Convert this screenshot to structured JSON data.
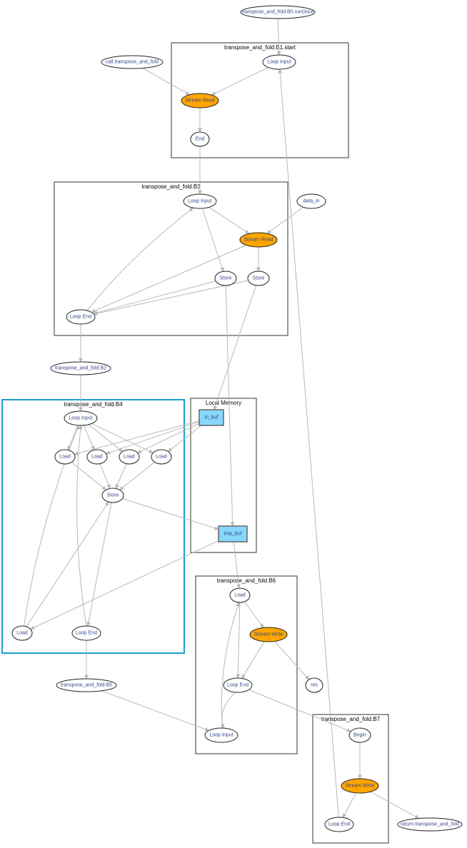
{
  "colors": {
    "stream_node": "#ffa500",
    "memory_node": "#87d7fa",
    "highlight_cluster": "#1a9fcc",
    "cluster": "#555555",
    "edge": "#b8b8b8"
  },
  "clusters": [
    {
      "id": "B1",
      "label": "transpose_and_fold.B1.start"
    },
    {
      "id": "B3",
      "label": "transpose_and_fold.B3"
    },
    {
      "id": "B4",
      "label": "transpose_and_fold.B4",
      "highlight": true
    },
    {
      "id": "LM",
      "label": "Local Memory"
    },
    {
      "id": "B6",
      "label": "transpose_and_fold.B6"
    },
    {
      "id": "B7",
      "label": "transpose_and_fold.B7"
    }
  ],
  "nodes": [
    {
      "id": "b0",
      "label": "transpose_and_fold.B0.runOnce"
    },
    {
      "id": "call",
      "label": "call.transpose_and_fold"
    },
    {
      "id": "b1li",
      "label": "Loop Input"
    },
    {
      "id": "b1sr",
      "label": "Stream Read",
      "kind": "stream"
    },
    {
      "id": "b1end",
      "label": "End"
    },
    {
      "id": "b3li",
      "label": "Loop Input"
    },
    {
      "id": "datain",
      "label": "data_in"
    },
    {
      "id": "b3sr",
      "label": "Stream Read",
      "kind": "stream"
    },
    {
      "id": "b3st1",
      "label": "Store"
    },
    {
      "id": "b3st2",
      "label": "Store"
    },
    {
      "id": "b3le",
      "label": "Loop End"
    },
    {
      "id": "b2",
      "label": "transpose_and_fold.B2"
    },
    {
      "id": "b4li",
      "label": "Loop Input"
    },
    {
      "id": "b4l1",
      "label": "Load"
    },
    {
      "id": "b4l2",
      "label": "Load"
    },
    {
      "id": "b4l3",
      "label": "Load"
    },
    {
      "id": "b4l4",
      "label": "Load"
    },
    {
      "id": "b4st",
      "label": "Store"
    },
    {
      "id": "b4l5",
      "label": "Load"
    },
    {
      "id": "b4le",
      "label": "Loop End"
    },
    {
      "id": "inbuf",
      "label": "in_buf",
      "kind": "memory"
    },
    {
      "id": "tmpbuf",
      "label": "tmp_buf",
      "kind": "memory"
    },
    {
      "id": "b5",
      "label": "transpose_and_fold.B5"
    },
    {
      "id": "b6ld",
      "label": "Load"
    },
    {
      "id": "b6sw",
      "label": "Stream Write",
      "kind": "stream"
    },
    {
      "id": "b6le",
      "label": "Loop End"
    },
    {
      "id": "res",
      "label": "res"
    },
    {
      "id": "b6li",
      "label": "Loop Input"
    },
    {
      "id": "b7begin",
      "label": "Begin"
    },
    {
      "id": "b7sw",
      "label": "Stream Write",
      "kind": "stream"
    },
    {
      "id": "b7le",
      "label": "Loop End"
    },
    {
      "id": "ret",
      "label": "return.transpose_and_fold"
    }
  ],
  "edges": [
    [
      "b0",
      "b1li"
    ],
    [
      "call",
      "b1sr"
    ],
    [
      "b1li",
      "b1sr"
    ],
    [
      "b1sr",
      "b1end"
    ],
    [
      "b1end",
      "b3li"
    ],
    [
      "b3li",
      "b3sr"
    ],
    [
      "datain",
      "b3sr"
    ],
    [
      "b3li",
      "b3st1"
    ],
    [
      "b3sr",
      "b3st2"
    ],
    [
      "b3sr",
      "b3le"
    ],
    [
      "b3st1",
      "b3le"
    ],
    [
      "b3st2",
      "b3le"
    ],
    [
      "b3le",
      "b3li"
    ],
    [
      "b3st2",
      "inbuf"
    ],
    [
      "b3st1",
      "tmpbuf"
    ],
    [
      "b3le",
      "b2"
    ],
    [
      "b2",
      "b4li"
    ],
    [
      "b4li",
      "b4l1"
    ],
    [
      "b4li",
      "b4l2"
    ],
    [
      "b4li",
      "b4l3"
    ],
    [
      "b4li",
      "b4l4"
    ],
    [
      "inbuf",
      "b4l1"
    ],
    [
      "inbuf",
      "b4l2"
    ],
    [
      "inbuf",
      "b4l3"
    ],
    [
      "inbuf",
      "b4l4"
    ],
    [
      "b4l1",
      "b4st"
    ],
    [
      "b4l2",
      "b4st"
    ],
    [
      "b4l3",
      "b4st"
    ],
    [
      "b4l4",
      "b4st"
    ],
    [
      "b4st",
      "tmpbuf"
    ],
    [
      "b4st",
      "b4le"
    ],
    [
      "b4l5",
      "b4st"
    ],
    [
      "b4le",
      "b4li"
    ],
    [
      "b4l5",
      "b4li"
    ],
    [
      "tmpbuf",
      "b4l5"
    ],
    [
      "tmpbuf",
      "b6ld"
    ],
    [
      "b4le",
      "b5"
    ],
    [
      "b5",
      "b6li"
    ],
    [
      "b6ld",
      "b6sw"
    ],
    [
      "b6ld",
      "b6le"
    ],
    [
      "b6sw",
      "b6le"
    ],
    [
      "b6sw",
      "res"
    ],
    [
      "b6le",
      "b6li"
    ],
    [
      "b6li",
      "b6ld"
    ],
    [
      "b6le",
      "b7begin"
    ],
    [
      "b7begin",
      "b7sw"
    ],
    [
      "b7sw",
      "b7le"
    ],
    [
      "b7sw",
      "ret"
    ],
    [
      "b7le",
      "b1li"
    ]
  ]
}
